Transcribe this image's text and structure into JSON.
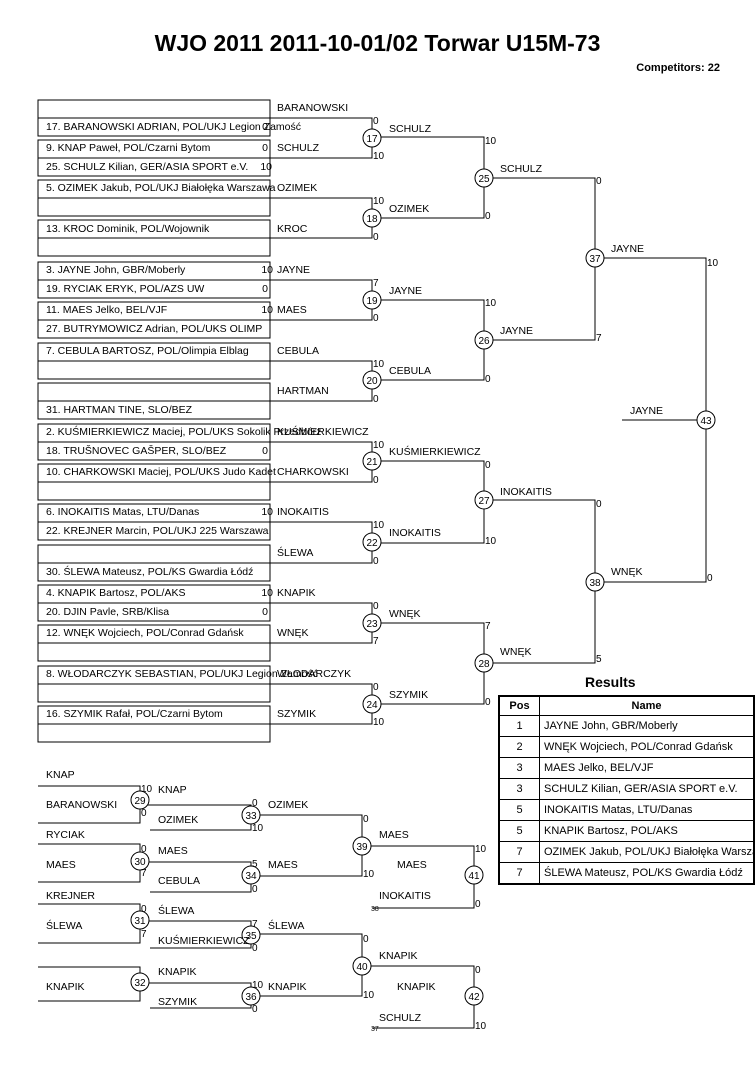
{
  "header": {
    "title": "WJO 2011  2011-10-01/02  Torwar   U15M-73",
    "competitors": "Competitors: 22"
  },
  "entries": [
    {
      "text": "17. BARANOWSKI ADRIAN, POL/UKJ Legion Zamość",
      "score": "0"
    },
    {
      "text": "9. KNAP Paweł, POL/Czarni Bytom",
      "score": "0"
    },
    {
      "text": "25. SCHULZ Kilian, GER/ASIA SPORT e.V.",
      "score": "10"
    },
    {
      "text": "5. OZIMEK  Jakub, POL/UKJ Białołęka Warszawa",
      "score": ""
    },
    {
      "text": "13. KROC Dominik, POL/Wojownik",
      "score": ""
    },
    {
      "text": "3. JAYNE John, GBR/Moberly",
      "score": "10"
    },
    {
      "text": "19. RYCIAK ERYK, POL/AZS UW",
      "score": "0"
    },
    {
      "text": "11. MAES  Jelko, BEL/VJF",
      "score": "10"
    },
    {
      "text": "27. BUTRYMOWICZ Adrian, POL/UKS OLIMP",
      "score": ""
    },
    {
      "text": "7. CEBULA BARTOSZ, POL/Olimpia Elblag",
      "score": ""
    },
    {
      "text": "31. HARTMAN TINE, SLO/BEZ",
      "score": ""
    },
    {
      "text": "2. KUŚMIERKIEWICZ Maciej, POL/UKS Sokolik Przedbórz",
      "score": ""
    },
    {
      "text": "18. TRUŠNOVEC GAŠPER, SLO/BEZ",
      "score": "0"
    },
    {
      "text": "10. CHARKOWSKI Maciej, POL/UKS Judo Kadet",
      "score": ""
    },
    {
      "text": "6. INOKAITIS Matas, LTU/Danas",
      "score": "10"
    },
    {
      "text": "22. KREJNER Marcin, POL/UKJ 225 Warszawa",
      "score": ""
    },
    {
      "text": "30. ŚLEWA Mateusz, POL/KS Gwardia Łódź",
      "score": ""
    },
    {
      "text": "4. KNAPIK Bartosz, POL/AKS",
      "score": "10"
    },
    {
      "text": "20. DJIN  Pavle, SRB/Klisa",
      "score": "0"
    },
    {
      "text": "12. WNĘK  Wojciech, POL/Conrad Gdańsk",
      "score": ""
    },
    {
      "text": "8. WŁODARCZYK SEBASTIAN, POL/UKJ Legion Zamość",
      "score": ""
    },
    {
      "text": "16. SZYMIK Rafał, POL/Czarni Bytom",
      "score": ""
    }
  ],
  "bye_winners": [
    "BARANOWSKI",
    "OZIMEK",
    "KROC",
    "CEBULA",
    "HARTMAN",
    "KUŚMIERKIEWICZ",
    "CHARKOWSKI",
    "ŚLEWA",
    "WNĘK",
    "WŁODARCZYK",
    "SZYMIK"
  ],
  "labels_r1": [
    "SCHULZ",
    "JAYNE",
    "MAES",
    "KNAPIK",
    "INOKAITIS"
  ],
  "matches": [
    {
      "num": "17",
      "top": "BARANOWSKI",
      "bottom": "SCHULZ",
      "s_top": "0",
      "s_bottom": "10",
      "winner": "SCHULZ"
    },
    {
      "num": "18",
      "top": "OZIMEK",
      "bottom": "KROC",
      "s_top": "10",
      "s_bottom": "0",
      "winner": "OZIMEK"
    },
    {
      "num": "19",
      "top": "JAYNE",
      "bottom": "MAES",
      "s_top": "7",
      "s_bottom": "0",
      "winner": "JAYNE"
    },
    {
      "num": "20",
      "top": "CEBULA",
      "bottom": "HARTMAN",
      "s_top": "10",
      "s_bottom": "0",
      "winner": "CEBULA"
    },
    {
      "num": "21",
      "top": "KUŚMIERKIEWICZ",
      "bottom": "CHARKOWSKI",
      "s_top": "10",
      "s_bottom": "0",
      "winner": "KUŚMIERKIEWICZ"
    },
    {
      "num": "22",
      "top": "INOKAITIS",
      "bottom": "ŚLEWA",
      "s_top": "10",
      "s_bottom": "0",
      "winner": "INOKAITIS"
    },
    {
      "num": "23",
      "top": "KNAPIK",
      "bottom": "WNĘK",
      "s_top": "0",
      "s_bottom": "7",
      "winner": "WNĘK"
    },
    {
      "num": "24",
      "top": "WŁODARCZYK",
      "bottom": "SZYMIK",
      "s_top": "0",
      "s_bottom": "10",
      "winner": "SZYMIK"
    },
    {
      "num": "25",
      "s_top": "10",
      "s_bottom": "0",
      "winner": "SCHULZ"
    },
    {
      "num": "26",
      "s_top": "10",
      "s_bottom": "0",
      "winner": "JAYNE"
    },
    {
      "num": "27",
      "s_top": "0",
      "s_bottom": "10",
      "winner": "INOKAITIS"
    },
    {
      "num": "28",
      "s_top": "7",
      "s_bottom": "0",
      "winner": "WNĘK"
    },
    {
      "num": "37",
      "s_top": "0",
      "s_bottom": "7",
      "winner": "JAYNE"
    },
    {
      "num": "38",
      "s_top": "0",
      "s_bottom": "5",
      "winner": "WNĘK"
    },
    {
      "num": "43",
      "s_top": "10",
      "s_bottom": "0",
      "winner": "JAYNE"
    }
  ],
  "repechage": [
    {
      "num": "29",
      "top": "KNAP",
      "bottom": "BARANOWSKI",
      "s_top": "10",
      "s_bottom": "0",
      "winner": "KNAP"
    },
    {
      "num": "30",
      "top": "RYCIAK",
      "bottom": "MAES",
      "s_top": "0",
      "s_bottom": "7",
      "winner": "MAES"
    },
    {
      "num": "31",
      "top": "KREJNER",
      "bottom": "ŚLEWA",
      "s_top": "0",
      "s_bottom": "7",
      "winner": "ŚLEWA"
    },
    {
      "num": "32",
      "top": "",
      "bottom": "KNAPIK",
      "s_top": "",
      "s_bottom": "",
      "winner": "KNAPIK"
    },
    {
      "num": "33",
      "top": "KNAP",
      "bottom": "OZIMEK",
      "s_top": "0",
      "s_bottom": "10",
      "winner": "OZIMEK"
    },
    {
      "num": "34",
      "top": "MAES",
      "bottom": "CEBULA",
      "s_top": "5",
      "s_bottom": "0",
      "winner": "MAES"
    },
    {
      "num": "35",
      "top": "ŚLEWA",
      "bottom": "KUŚMIERKIEWICZ",
      "s_top": "7",
      "s_bottom": "0",
      "winner": "ŚLEWA"
    },
    {
      "num": "36",
      "top": "KNAPIK",
      "bottom": "SZYMIK",
      "s_top": "10",
      "s_bottom": "0",
      "winner": "KNAPIK"
    },
    {
      "num": "39",
      "s_top": "0",
      "s_bottom": "10",
      "winner": "MAES"
    },
    {
      "num": "40",
      "s_top": "0",
      "s_bottom": "10",
      "winner": "KNAPIK"
    },
    {
      "num": "41",
      "top": "MAES",
      "bottom": "INOKAITIS",
      "s_top": "10",
      "s_bottom": "0",
      "note": "38"
    },
    {
      "num": "42",
      "top": "KNAPIK",
      "bottom": "SCHULZ",
      "s_top": "0",
      "s_bottom": "10",
      "note": "37"
    }
  ],
  "results": {
    "title": "Results",
    "col_pos": "Pos",
    "col_name": "Name",
    "rows": [
      {
        "pos": "1",
        "name": "JAYNE John, GBR/Moberly"
      },
      {
        "pos": "2",
        "name": "WNĘK  Wojciech, POL/Conrad Gdańsk"
      },
      {
        "pos": "3",
        "name": "MAES  Jelko, BEL/VJF"
      },
      {
        "pos": "3",
        "name": "SCHULZ Kilian, GER/ASIA SPORT e.V."
      },
      {
        "pos": "5",
        "name": "INOKAITIS Matas, LTU/Danas"
      },
      {
        "pos": "5",
        "name": "KNAPIK Bartosz, POL/AKS"
      },
      {
        "pos": "7",
        "name": "OZIMEK  Jakub, POL/UKJ Białołęka Warszawa"
      },
      {
        "pos": "7",
        "name": "ŚLEWA Mateusz, POL/KS Gwardia Łódź"
      }
    ]
  }
}
